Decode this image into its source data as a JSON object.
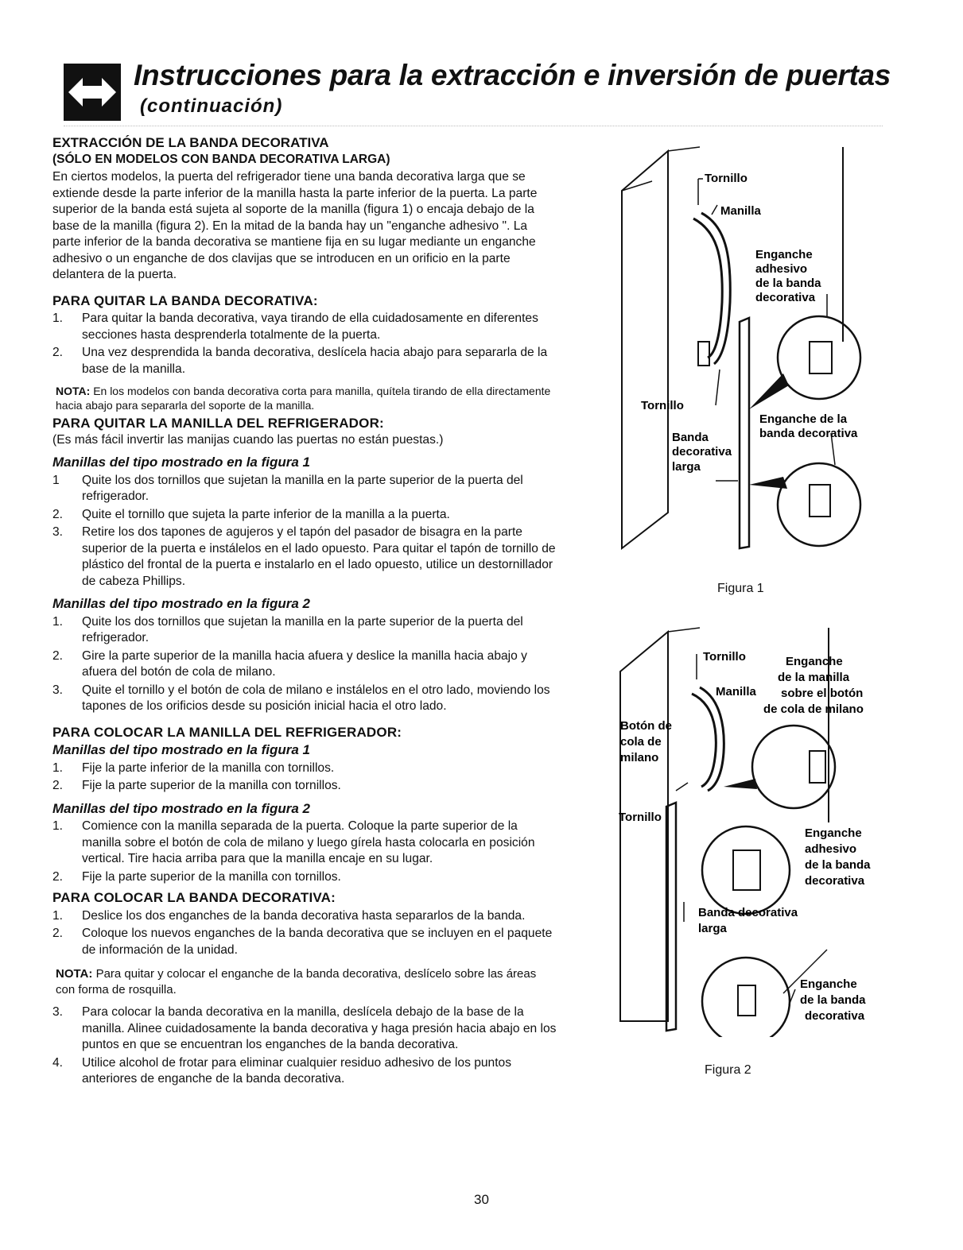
{
  "header": {
    "title": "Instrucciones para la extracción e inversión de puertas",
    "subtitle": "(continuación)",
    "icon": "double-arrow-icon"
  },
  "section1": {
    "heading": "EXTRACCIÓN DE LA BANDA DECORATIVA",
    "subheading": "(SÓLO EN MODELOS CON BANDA DECORATIVA LARGA)",
    "body": "En ciertos modelos, la puerta del refrigerador tiene una banda decorativa larga que se extiende desde la parte inferior de la manilla hasta la parte inferior de la puerta. La parte superior de la banda está sujeta al soporte de la manilla (figura 1) o encaja debajo de la base de la manilla (figura 2). En la mitad de la banda hay un \"enganche adhesivo \". La parte inferior de la banda decorativa se mantiene fija en su lugar mediante un enganche adhesivo o un enganche de dos clavijas que se introducen en un orificio en la parte delantera de la puerta."
  },
  "section2": {
    "heading": "PARA QUITAR LA BANDA DECORATIVA:",
    "items": [
      {
        "n": "1.",
        "text": "Para quitar la banda decorativa, vaya tirando de ella cuidadosamente en diferentes secciones hasta desprenderla totalmente de la puerta."
      },
      {
        "n": "2.",
        "text": "Una vez desprendida la banda decorativa, deslícela hacia abajo para separarla de la base de la manilla."
      }
    ],
    "note_label": "NOTA:",
    "note_text": "En los modelos con banda decorativa corta para manilla, quítela tirando de ella directamente hacia abajo para separarla del soporte de la manilla."
  },
  "section3": {
    "heading": "PARA QUITAR LA MANILLA DEL REFRIGERADOR:",
    "intro": "(Es más fácil invertir las manijas cuando las puertas no están puestas.)",
    "fig1_heading": "Manillas del tipo mostrado en la figura 1",
    "fig1_items": [
      {
        "n": "1",
        "text": "Quite los dos tornillos que sujetan la manilla en la parte superior de la puerta del refrigerador."
      },
      {
        "n": "2.",
        "text": "Quite el tornillo que sujeta la parte inferior de la manilla a la puerta."
      },
      {
        "n": "3.",
        "text": "Retire los dos tapones de agujeros y el tapón del pasador de bisagra en la parte superior de la puerta e instálelos en el lado opuesto. Para quitar el tapón de tornillo de plástico del frontal de la puerta e instalarlo en el lado opuesto, utilice un destornillador de cabeza Phillips."
      }
    ],
    "fig2_heading": "Manillas del tipo mostrado en la figura 2",
    "fig2_items": [
      {
        "n": "1.",
        "text": "Quite los dos tornillos que sujetan la manilla en la parte superior de la puerta del refrigerador."
      },
      {
        "n": "2.",
        "text": "Gire la parte superior de la manilla hacia afuera y deslice la manilla hacia abajo y afuera del botón de cola de milano."
      },
      {
        "n": "3.",
        "text": "Quite el tornillo y el botón de cola de milano e instálelos en el otro lado, moviendo los tapones de los orificios desde su posición inicial hacia el otro lado."
      }
    ]
  },
  "section4": {
    "heading": "PARA COLOCAR LA MANILLA DEL REFRIGERADOR:",
    "fig1_heading": "Manillas del tipo mostrado en la figura 1",
    "fig1_items": [
      {
        "n": "1.",
        "text": "Fije la parte inferior de la manilla con tornillos."
      },
      {
        "n": "2.",
        "text": "Fije la parte superior de la manilla con tornillos."
      }
    ],
    "fig2_heading": "Manillas del tipo mostrado en la figura 2",
    "fig2_items": [
      {
        "n": "1.",
        "text": "Comience con la manilla separada de la puerta. Coloque la parte superior de la manilla sobre el botón de cola de milano y luego gírela hasta colocarla en posición vertical. Tire hacia arriba para que la manilla encaje en su lugar."
      },
      {
        "n": "2.",
        "text": "Fije la parte superior de la manilla con tornillos."
      }
    ]
  },
  "section5": {
    "heading": "PARA COLOCAR LA BANDA DECORATIVA:",
    "items": [
      {
        "n": "1.",
        "text": "Deslice los dos enganches de la banda decorativa hasta separarlos de la banda."
      },
      {
        "n": "2.",
        "text": "Coloque los nuevos enganches de la banda decorativa que se incluyen en el paquete de información de la unidad."
      }
    ],
    "note_label": "NOTA:",
    "note_text": "Para quitar y colocar el enganche de la banda decorativa, deslícelo sobre las áreas con forma de rosquilla.",
    "items2": [
      {
        "n": "3.",
        "text": "Para colocar la banda decorativa en la manilla, deslícela debajo de la base de la manilla. Alinee cuidadosamente la banda decorativa y haga presión hacia abajo en los puntos en que se encuentran los enganches de la banda decorativa."
      },
      {
        "n": "4.",
        "text": "Utilice alcohol de frotar para eliminar cualquier residuo adhesivo de los puntos anteriores de enganche de la banda decorativa."
      }
    ]
  },
  "figure1": {
    "caption": "Figura 1",
    "lbl_tornillo_top": "Tornillo",
    "lbl_manilla": "Manilla",
    "lbl_eng_adh_1": "Enganche",
    "lbl_eng_adh_2": "adhesivo",
    "lbl_eng_adh_3": "de la banda",
    "lbl_eng_adh_4": "decorativa",
    "lbl_tornillo_bottom": "Tornillo",
    "lbl_eng_band_1": "Enganche de la",
    "lbl_eng_band_2": "banda decorativa",
    "lbl_banda_1": "Banda",
    "lbl_banda_2": "decorativa",
    "lbl_banda_3": "larga"
  },
  "figure2": {
    "caption": "Figura 2",
    "lbl_tornillo_top": "Tornillo",
    "lbl_manilla": "Manilla",
    "lbl_eng_man_1": "Enganche",
    "lbl_eng_man_2": "de la manilla",
    "lbl_eng_man_3": "sobre el botón",
    "lbl_eng_man_4": "de cola de milano",
    "lbl_boton_1": "Botón de",
    "lbl_boton_2": "cola de",
    "lbl_boton_3": "milano",
    "lbl_tornillo_left": "Tornillo",
    "lbl_eng_adh_1": "Enganche",
    "lbl_eng_adh_2": "adhesivo",
    "lbl_eng_adh_3": "de la banda",
    "lbl_eng_adh_4": "decorativa",
    "lbl_banda_1": "Banda decorativa",
    "lbl_banda_2": "larga",
    "lbl_eng_band_1": "Enganche",
    "lbl_eng_band_2": "de la banda",
    "lbl_eng_band_3": "decorativa"
  },
  "page_number": "30"
}
